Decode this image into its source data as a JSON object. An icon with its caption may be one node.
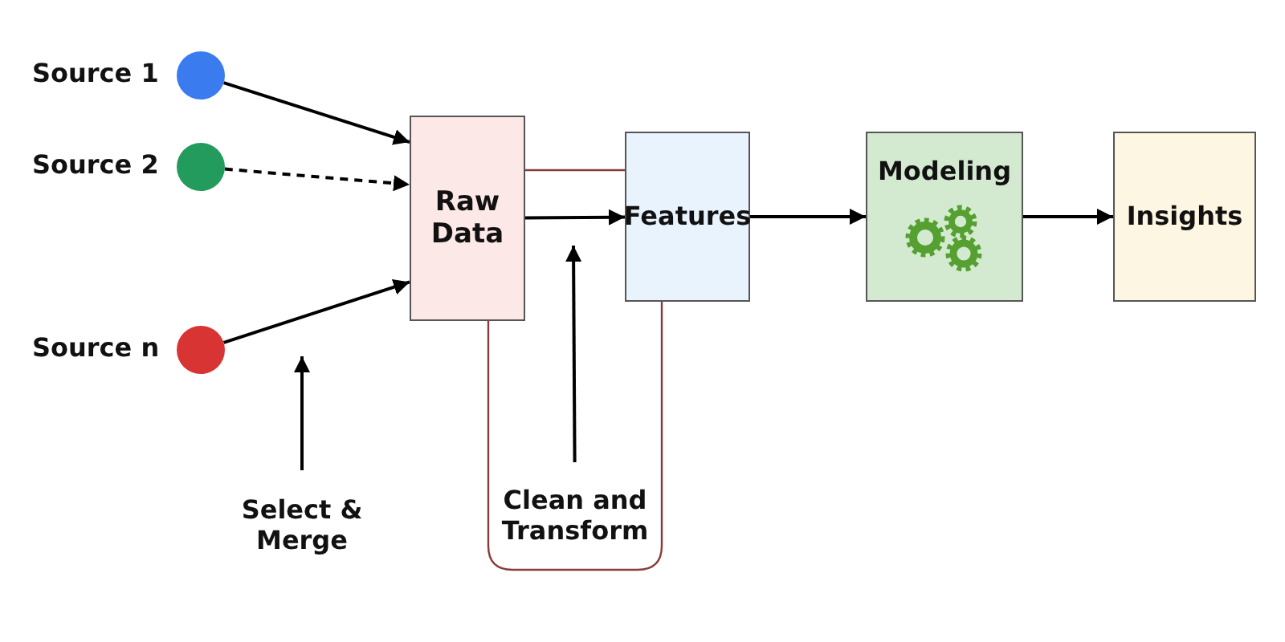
{
  "diagram": {
    "nodes": [
      {
        "text": [],
        "shape": "circle",
        "beside": [
          "Source 1"
        ]
      },
      {
        "text": [],
        "shape": "circle",
        "beside": [
          "Source 2"
        ]
      },
      {
        "text": [],
        "shape": "circle",
        "beside": [
          "Source n"
        ]
      },
      {
        "text": [
          "Raw Data"
        ]
      },
      {
        "text": [
          "Features"
        ]
      },
      {
        "text": [
          "Modeling"
        ]
      },
      {
        "text": [
          "Insights"
        ]
      },
      {
        "text": [
          "Select & Merge"
        ]
      },
      {
        "text": [
          "Clean and Transform"
        ]
      }
    ],
    "edges": [
      {
        "from": 0,
        "to": 3,
        "arrow": "to"
      },
      {
        "from": 1,
        "to": 3,
        "arrow": "to",
        "style": "dashed"
      },
      {
        "from": 2,
        "to": 3,
        "arrow": "to"
      },
      {
        "from": 3,
        "to": 4,
        "arrow": "to"
      },
      {
        "from": 4,
        "to": 5,
        "arrow": "to"
      },
      {
        "from": 5,
        "to": 6,
        "arrow": "to"
      },
      {
        "from": 7,
        "to": null,
        "arrow": "to"
      },
      {
        "from": 8,
        "to": null,
        "arrow": "to"
      }
    ]
  }
}
